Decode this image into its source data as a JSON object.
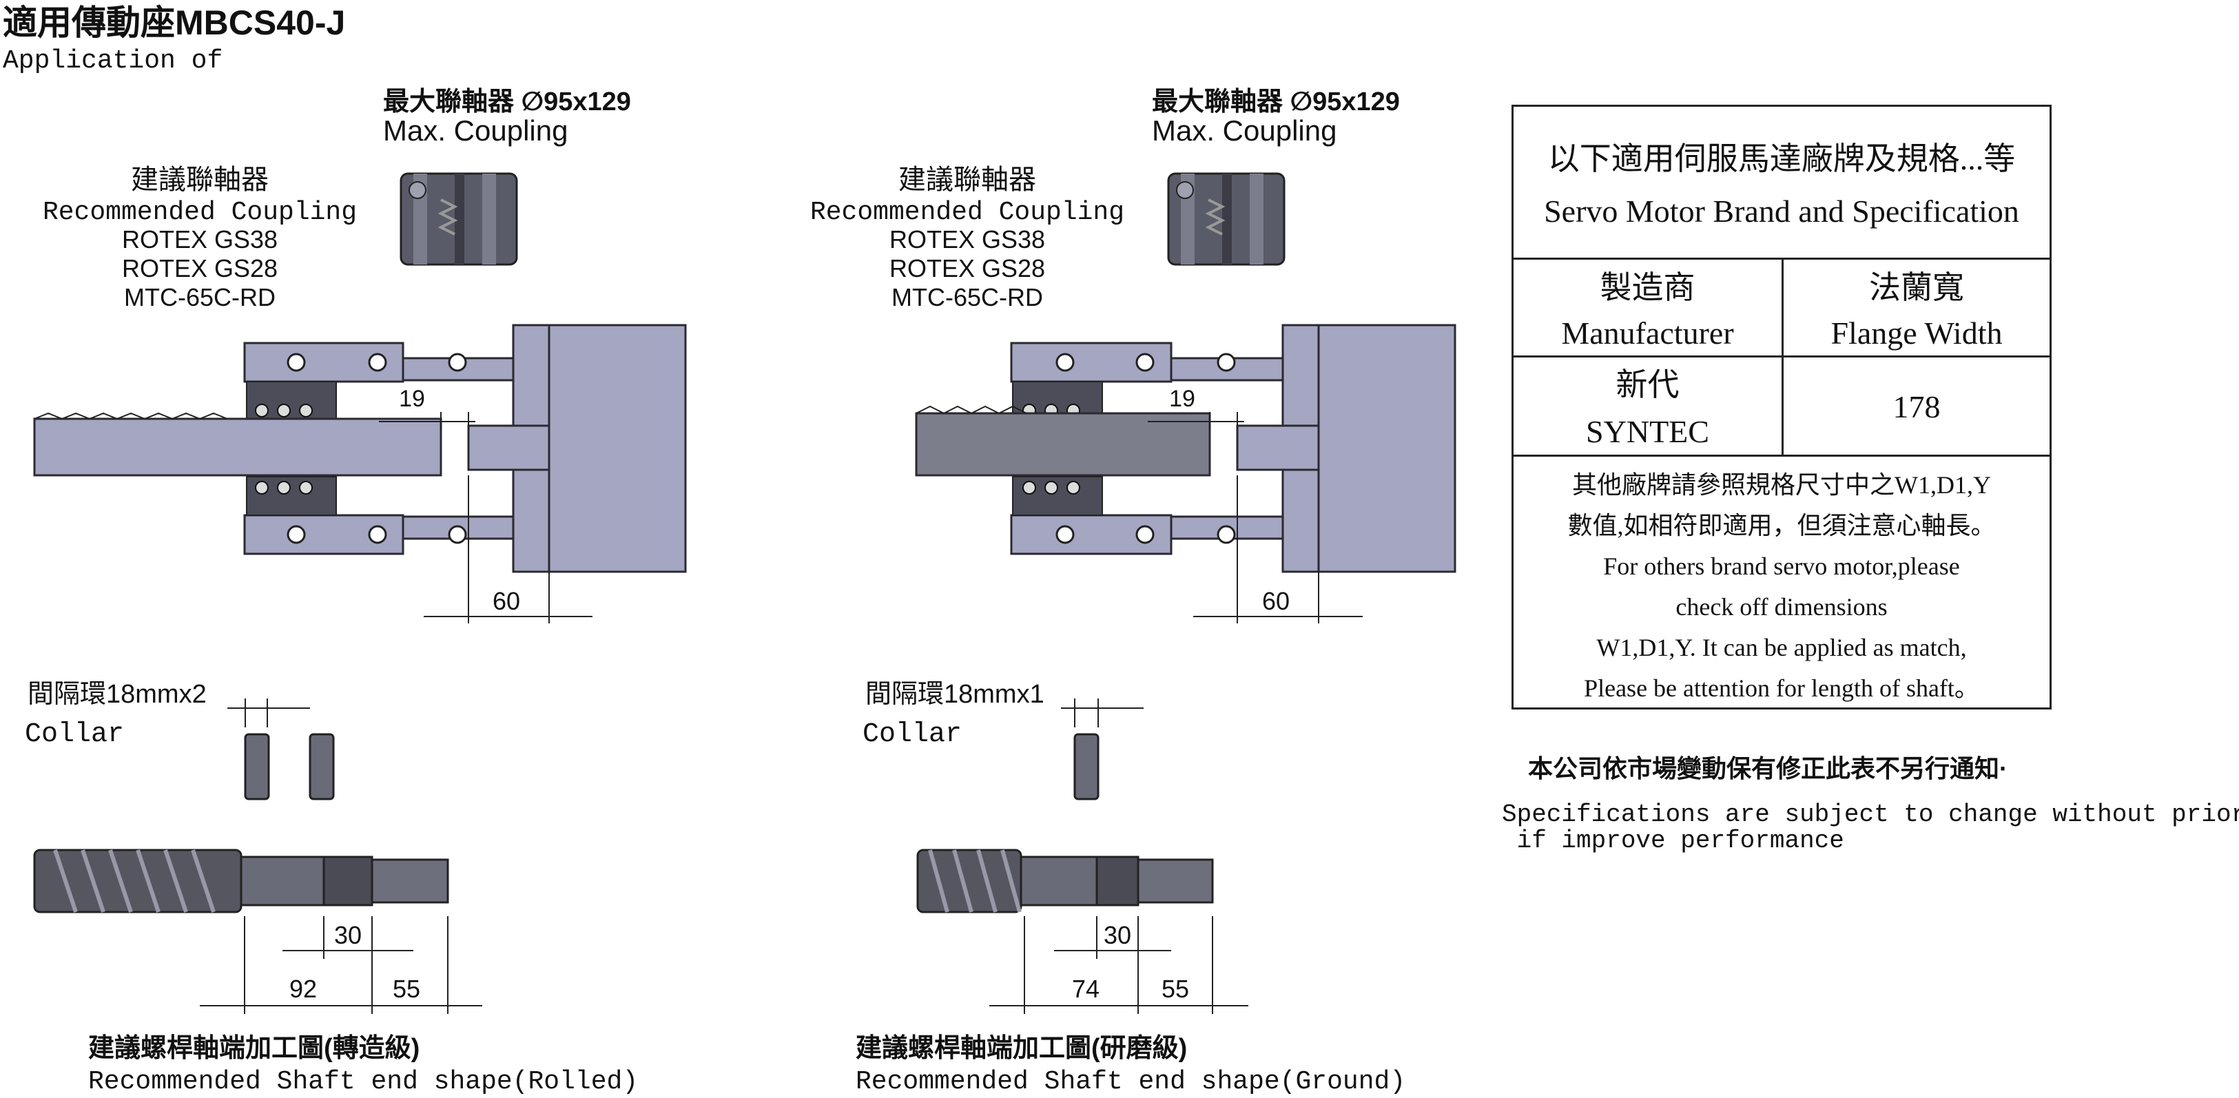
{
  "header": {
    "title": "適用傳動座MBCS40-J",
    "subtitle": "Application of"
  },
  "left_assembly": {
    "max_coupling_zh": "最大聯軸器 ∅95x129",
    "max_coupling_en": "Max. Coupling",
    "recommended_zh": "建議聯軸器",
    "recommended_en": "Recommended Coupling",
    "couplings": [
      "ROTEX GS38",
      "ROTEX GS28",
      "MTC-65C-RD"
    ],
    "dim_gap": "19",
    "dim_bottom": "60",
    "collar_zh": "間隔環18mmx2",
    "collar_en": "Collar",
    "collar_count": 2,
    "shaft_dims": [
      "30",
      "92",
      "55"
    ],
    "caption_zh": "建議螺桿軸端加工圖(轉造級)",
    "caption_en": "Recommended Shaft end shape(Rolled)"
  },
  "right_assembly": {
    "max_coupling_zh": "最大聯軸器 ∅95x129",
    "max_coupling_en": "Max. Coupling",
    "recommended_zh": "建議聯軸器",
    "recommended_en": "Recommended Coupling",
    "couplings": [
      "ROTEX GS38",
      "ROTEX GS28",
      "MTC-65C-RD"
    ],
    "dim_gap": "19",
    "dim_bottom": "60",
    "collar_zh": "間隔環18mmx1",
    "collar_en": "Collar",
    "collar_count": 1,
    "shaft_dims": [
      "30",
      "74",
      "55"
    ],
    "caption_zh": "建議螺桿軸端加工圖(研磨級)",
    "caption_en": "Recommended Shaft end shape(Ground)"
  },
  "spec_table": {
    "heading_zh": "以下適用伺服馬達廠牌及規格...等",
    "heading_en": "Servo Motor Brand and Specification",
    "col1_zh": "製造商",
    "col1_en": "Manufacturer",
    "col2_zh": "法蘭寬",
    "col2_en": "Flange Width",
    "brand_zh": "新代",
    "brand_en": "SYNTEC",
    "flange_width": "178",
    "note_lines": [
      "其他廠牌請參照規格尺寸中之W1,D1,Y",
      "數值,如相符即適用，但須注意心軸長。",
      "For others brand servo motor,please",
      "check off dimensions",
      "W1,D1,Y. It can be applied as match,",
      "Please be attention for length of shaft。"
    ]
  },
  "notice": {
    "zh": "本公司依市場變動保有修正此表不另行通知·",
    "en_line1": "Specifications are subject to change without prior notice",
    "en_line2": " if improve performance"
  }
}
